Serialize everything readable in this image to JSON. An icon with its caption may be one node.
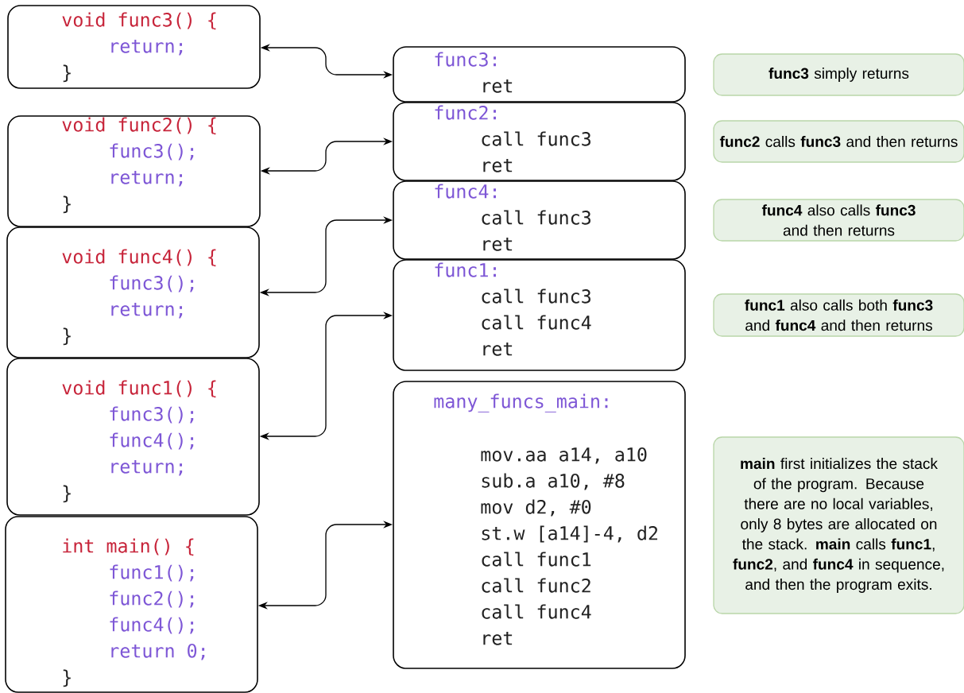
{
  "diagram": {
    "nodes": [
      {
        "text": [
          "void func3() {",
          "return;",
          "}"
        ]
      },
      {
        "text": [
          "func3:",
          "ret"
        ]
      },
      {
        "text": [
          "**func3** simply returns"
        ]
      },
      {
        "text": [
          "void func2() {",
          "func3();",
          "return;",
          "}"
        ]
      },
      {
        "text": [
          "func2:",
          "call func3",
          "ret"
        ]
      },
      {
        "text": [
          "**func2** calls **func3** and then returns"
        ]
      },
      {
        "text": [
          "void func4() {",
          "func3();",
          "return;",
          "}"
        ]
      },
      {
        "text": [
          "func4:",
          "call func3",
          "ret"
        ]
      },
      {
        "text": [
          "**func4** also calls **func3** and then returns"
        ]
      },
      {
        "text": [
          "void func1() {",
          "func3();",
          "func4();",
          "return;",
          "}"
        ]
      },
      {
        "text": [
          "func1:",
          "call func3",
          "call func4",
          "ret"
        ]
      },
      {
        "text": [
          "**func1** also calls both **func3** and **func4** and then returns"
        ]
      },
      {
        "text": [
          "int main() {",
          "func1();",
          "func2();",
          "func4();",
          "return 0;",
          "}"
        ]
      },
      {
        "text": [
          "many_funcs_main:",
          "mov.aa a14, a10",
          "sub.a a10, #8",
          "mov d2, #0",
          "st.w [a14]-4, d2",
          "call func1",
          "call func2",
          "call func4",
          "ret"
        ]
      },
      {
        "text": [
          "**main** first initializes the stack of the program. Because there are no local variables, only 8 bytes are allocated on the stack. **main** calls **func1**, **func2**, and **func4** in sequence, and then the program exits."
        ]
      }
    ],
    "edges": [
      {
        "from": 0,
        "to": 1,
        "arrow": "both"
      },
      {
        "from": 3,
        "to": 4,
        "arrow": "both"
      },
      {
        "from": 6,
        "to": 7,
        "arrow": "both"
      },
      {
        "from": 9,
        "to": 10,
        "arrow": "both"
      },
      {
        "from": 12,
        "to": 13,
        "arrow": "both"
      }
    ]
  }
}
